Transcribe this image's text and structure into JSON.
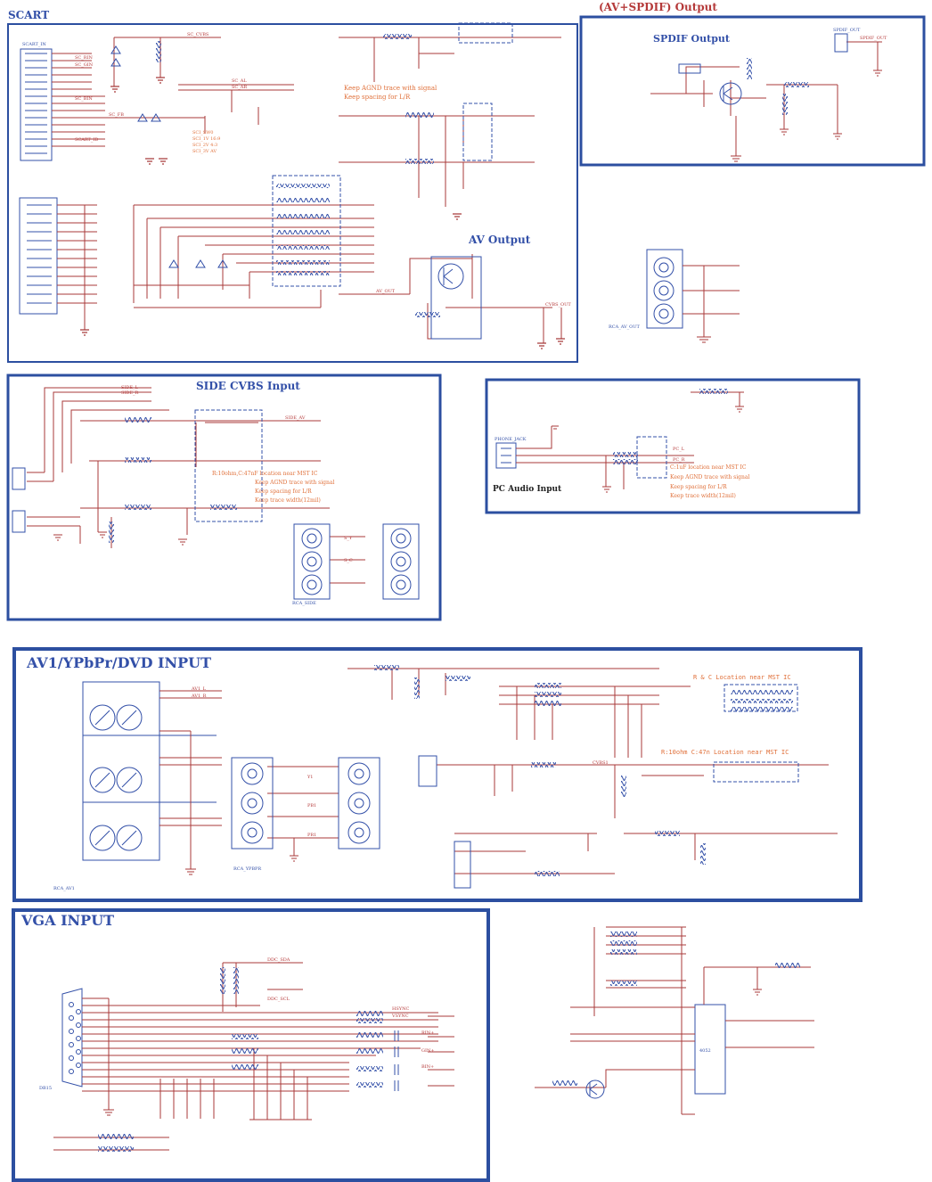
{
  "colors": {
    "border": "#2c4fa0",
    "wire": "#a83a3a",
    "component": "#3350a8",
    "note": "#e0703a",
    "title": "#3350a8"
  },
  "sheet": {
    "top_title": "(AV+SPDIF) Output"
  },
  "panels": {
    "scart": {
      "title": "SCART"
    },
    "spdif": {
      "title": "SPDIF Output"
    },
    "av_output": {
      "title": "AV Output"
    },
    "side_cvbs": {
      "title": "SIDE CVBS Input"
    },
    "pc_audio": {
      "title": "PC Audio Input"
    },
    "av1_ypbpr": {
      "title": "AV1/YPbPr/DVD INPUT"
    },
    "vga": {
      "title": "VGA INPUT"
    }
  },
  "notes": {
    "scart_ground": [
      "Keep AGND trace with signal",
      "Keep spacing for L/R"
    ],
    "scart_sci": [
      "SCI_SW0",
      "SCI_1V 16:9",
      "SCI_2V 4:3",
      "SCI_3V AV"
    ],
    "side_cvbs": [
      "R:10ohm,C:47nF location near MST IC",
      "Keep AGND trace with signal",
      "Keep spacing for L/R",
      "Keep trace width(12mil)"
    ],
    "pc_audio": [
      "C:1uF location near MST IC",
      "Keep AGND trace with signal",
      "Keep spacing for L/R",
      "Keep trace width(12mil)"
    ],
    "av1_rc": "R & C Location near MST IC",
    "av1_r10": "R:10ohm C:47n Location near MST IC"
  },
  "nets": {
    "scart": [
      "SC_RIN",
      "SC_GIN",
      "SC_BIN",
      "SC_FB",
      "SC_CVBS",
      "SC_AL",
      "SC_AR",
      "SCART_ID"
    ],
    "spdif": [
      "SPDIF_OUT"
    ],
    "av_output": [
      "AV_OUT",
      "CVBS_OUT"
    ],
    "side": [
      "SIDE_L",
      "SIDE_R",
      "SIDE_AV",
      "S_Y",
      "S_C"
    ],
    "pc_audio": [
      "PC_L",
      "PC_R"
    ],
    "av1": [
      "Y1",
      "PB1",
      "PR1",
      "AV1_L",
      "AV1_R",
      "CVBS1"
    ],
    "vga": [
      "HSYNC",
      "VSYNC",
      "RIN+",
      "GIN+",
      "BIN+",
      "DDC_SDA",
      "DDC_SCL"
    ]
  },
  "parts": {
    "scart_conn": "SCART_IN",
    "vga_conn": "DB15",
    "spdif_jack": "SPDIF_OUT",
    "av1_conn": "RCA_AV1",
    "ypbpr_conn": "RCA_YPBPR",
    "av_out_conn": "RCA_AV_OUT",
    "side_conn": "RCA_SIDE",
    "pc_jack": "PHONE_JACK",
    "switch_ic": "4052"
  }
}
